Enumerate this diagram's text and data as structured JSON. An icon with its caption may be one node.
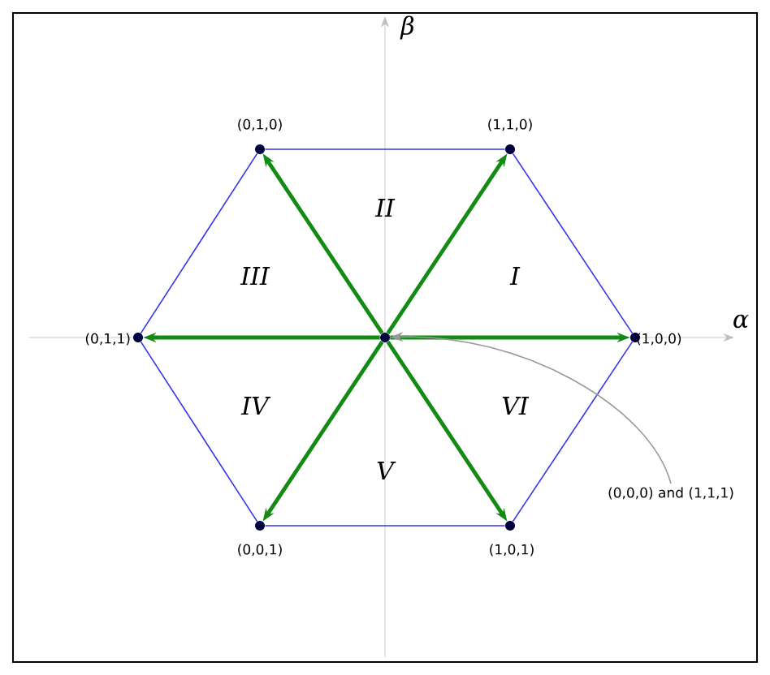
{
  "diagram": {
    "nodes": [
      {
        "text": [],
        "shape": "circle"
      },
      {
        "text": [],
        "shape": "circle",
        "beside": [
          "(1,0,0)"
        ]
      },
      {
        "text": [],
        "shape": "circle",
        "beside": [
          "(1,1,0)"
        ]
      },
      {
        "text": [],
        "shape": "circle",
        "beside": [
          "(0,1,0)"
        ]
      },
      {
        "text": [],
        "shape": "circle",
        "beside": [
          "(0,1,1)"
        ]
      },
      {
        "text": [],
        "shape": "circle",
        "beside": [
          "(0,0,1)"
        ]
      },
      {
        "text": [],
        "shape": "circle",
        "beside": [
          "(1,0,1)"
        ]
      },
      {
        "text": [
          "(0,0,0) and (1,1,1)"
        ]
      }
    ],
    "edges": [
      {
        "from": 0,
        "to": 1,
        "arrow": "to",
        "style": "thick",
        "color": "#138a13"
      },
      {
        "from": 0,
        "to": 2,
        "arrow": "to",
        "style": "thick",
        "color": "#138a13"
      },
      {
        "from": 0,
        "to": 3,
        "arrow": "to",
        "style": "thick",
        "color": "#138a13"
      },
      {
        "from": 0,
        "to": 4,
        "arrow": "to",
        "style": "thick",
        "color": "#138a13"
      },
      {
        "from": 0,
        "to": 5,
        "arrow": "to",
        "style": "thick",
        "color": "#138a13"
      },
      {
        "from": 0,
        "to": 6,
        "arrow": "to",
        "style": "thick",
        "color": "#138a13"
      },
      {
        "from": 1,
        "to": 2,
        "arrow": "none",
        "color": "#3333ee"
      },
      {
        "from": 2,
        "to": 3,
        "arrow": "none",
        "color": "#3333ee"
      },
      {
        "from": 3,
        "to": 4,
        "arrow": "none",
        "color": "#3333ee"
      },
      {
        "from": 4,
        "to": 5,
        "arrow": "none",
        "color": "#3333ee"
      },
      {
        "from": 5,
        "to": 6,
        "arrow": "none",
        "color": "#3333ee"
      },
      {
        "from": 6,
        "to": 1,
        "arrow": "none",
        "color": "#3333ee"
      },
      {
        "from": 7,
        "to": 0,
        "arrow": "to",
        "color": "#999999"
      }
    ],
    "labels": [
      "β",
      "II",
      "III",
      "I",
      "α",
      "IV",
      "VI",
      "V"
    ]
  }
}
